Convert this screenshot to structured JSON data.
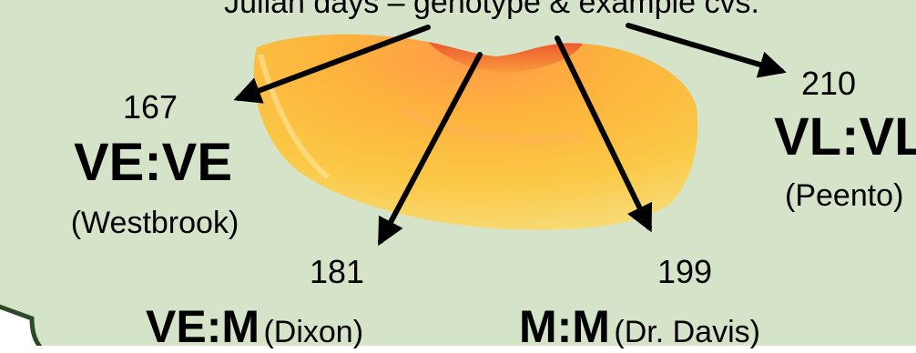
{
  "header_text": "Julian days – genotype & example cvs.",
  "colors": {
    "panel_fill": "#d5e4c9",
    "panel_stroke": "#2c4a28",
    "text": "#000000",
    "arrow": "#000000"
  },
  "nodes": [
    {
      "days": "167",
      "genotype": "VE:VE",
      "cultivar": "(Westbrook)"
    },
    {
      "days": "181",
      "genotype": "VE:M",
      "cultivar": "(Dixon)"
    },
    {
      "days": "199",
      "genotype": "M:M",
      "cultivar": "(Dr. Davis)"
    },
    {
      "days": "210",
      "genotype": "VL:VL",
      "cultivar": "(Peento)"
    }
  ],
  "image": {
    "name": "peach-slice"
  }
}
